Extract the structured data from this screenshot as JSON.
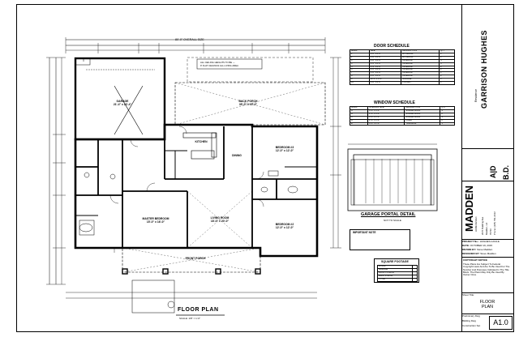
{
  "plan": {
    "overall_dim_top": "80'-0\" OVERALL SIZE",
    "notes": [
      "ALL CEILING HEIGHTS TO BE ---",
      "9' FLAT CEILINGS ALL LIVING AREA"
    ],
    "rooms": [
      {
        "id": "garage",
        "name": "GARAGE",
        "sub": "21'-4\" x 23'-4\""
      },
      {
        "id": "back-porch",
        "name": "BACK PORCH",
        "sub": "35'-0\" x 10'-0\""
      },
      {
        "id": "kitchen",
        "name": "KITCHEN",
        "sub": ""
      },
      {
        "id": "dining",
        "name": "DINING",
        "sub": ""
      },
      {
        "id": "bedroom3",
        "name": "BEDROOM #3",
        "sub": "12'-0\" x 12'-0\""
      },
      {
        "id": "master-bedroom",
        "name": "MASTER BEDROOM",
        "sub": "15'-0\" x 16'-0\""
      },
      {
        "id": "living-room",
        "name": "LIVING ROOM",
        "sub": "18'-0\" x 20'-0\""
      },
      {
        "id": "bedroom2",
        "name": "BEDROOM #2",
        "sub": "12'-0\" x 12'-0\""
      },
      {
        "id": "front-porch",
        "name": "FRONT PORCH",
        "sub": ""
      }
    ],
    "footer_title": "FLOOR PLAN",
    "footer_scale": "SCALE: 1/8\" = 1'-0\""
  },
  "door_schedule": {
    "title": "DOOR SCHEDULE",
    "headers": [
      "MARK",
      "SIZE",
      "DESCRIPTION",
      "QTY"
    ],
    "rows": [
      [
        "1",
        "3'-0\" x 8'-0\"",
        "EXTERIOR",
        "1"
      ],
      [
        "2",
        "2'-8\" x 8'-0\"",
        "EXTERIOR",
        "2"
      ],
      [
        "3",
        "2'-8\" x 8'-0\"",
        "INTERIOR",
        "5"
      ],
      [
        "4",
        "2'-6\" x 8'-0\"",
        "INTERIOR",
        "3"
      ],
      [
        "5",
        "2'-4\" x 8'-0\"",
        "INTERIOR",
        "2"
      ],
      [
        "6",
        "2'-0\" x 8'-0\"",
        "INTERIOR",
        "2"
      ],
      [
        "7",
        "5'-0\" x 8'-0\"",
        "INTERIOR",
        "1"
      ],
      [
        "8",
        "4'-0\" x 8'-0\"",
        "INTERIOR",
        "2"
      ],
      [
        "9",
        "16'-0\" x 8'-0\"",
        "GARAGE",
        "1"
      ],
      [
        "10",
        "2'-8\" x 8'-0\"",
        "POCKET",
        "1"
      ]
    ]
  },
  "window_schedule": {
    "title": "WINDOW SCHEDULE",
    "headers": [
      "MARK",
      "OPENING SIZE",
      "DESCRIPTION",
      "QTY"
    ],
    "rows": [
      [
        "A",
        "3'-0\" x 6'-0\"",
        "SINGLE HUNG",
        "9"
      ],
      [
        "B",
        "2'-0\" x 6'-0\"",
        "SINGLE HUNG",
        "2"
      ],
      [
        "C",
        "3'-0\" x 3'-0\"",
        "SINGLE HUNG",
        "1"
      ],
      [
        "D",
        "2'-0\" x 3'-0\"",
        "FIXED",
        "2"
      ],
      [
        "E",
        "6'-0\" x 2'-0\"",
        "TRANSOM",
        "1"
      ]
    ]
  },
  "garage_detail": {
    "title": "GARAGE PORTAL DETAIL",
    "subtitle": "NOT TO SCALE"
  },
  "square_footage": {
    "title": "SQUARE FOOTAGE",
    "rows": [
      [
        "LIVING",
        ""
      ],
      [
        "GARAGE",
        ""
      ],
      [
        "FRONT PORCH",
        ""
      ],
      [
        "BACK PORCH",
        ""
      ],
      [
        "TOTAL",
        ""
      ]
    ]
  },
  "important": {
    "title": "IMPORTANT NOTE"
  },
  "title_block": {
    "client_name": "GARRISON HUGHES",
    "client_prefix": "Residence",
    "company": "MADDEN",
    "company_sub": "HOME DESIGN",
    "address_lines": [
      "2076 Building Ave",
      "Madden, LA",
      "70726",
      "Phone: (225) 791-2612"
    ],
    "project_rows": [
      {
        "label": "PROJECT No.:",
        "value": "HUGHES-GOALE"
      },
      {
        "label": "DATE:",
        "value": "OCTOBER 19, 2015"
      },
      {
        "label": "DRAWN BY:",
        "value": "Steve Madden"
      },
      {
        "label": "DESIGNED BY:",
        "value": "Steve Madden"
      }
    ],
    "copyright_title": "COPYRIGHT NOTICE",
    "copyright_text": "These Plans Are Subject To Federal Copyright Laws And Are To Be Used For The Number And Purposes Indicated In The Title Block. The Plans May Only Be Used By Owner Once",
    "sheet_label": "Sheet Title:",
    "sheet_title_line1": "FLOOR",
    "sheet_title_line2": "PLAN",
    "sheet_number": "A1.0",
    "phases": [
      "Preliminary Dwg",
      "Bidding Dwg",
      "Construction Set"
    ],
    "ad_mark": "A|D",
    "bd_mark": "B.D."
  }
}
